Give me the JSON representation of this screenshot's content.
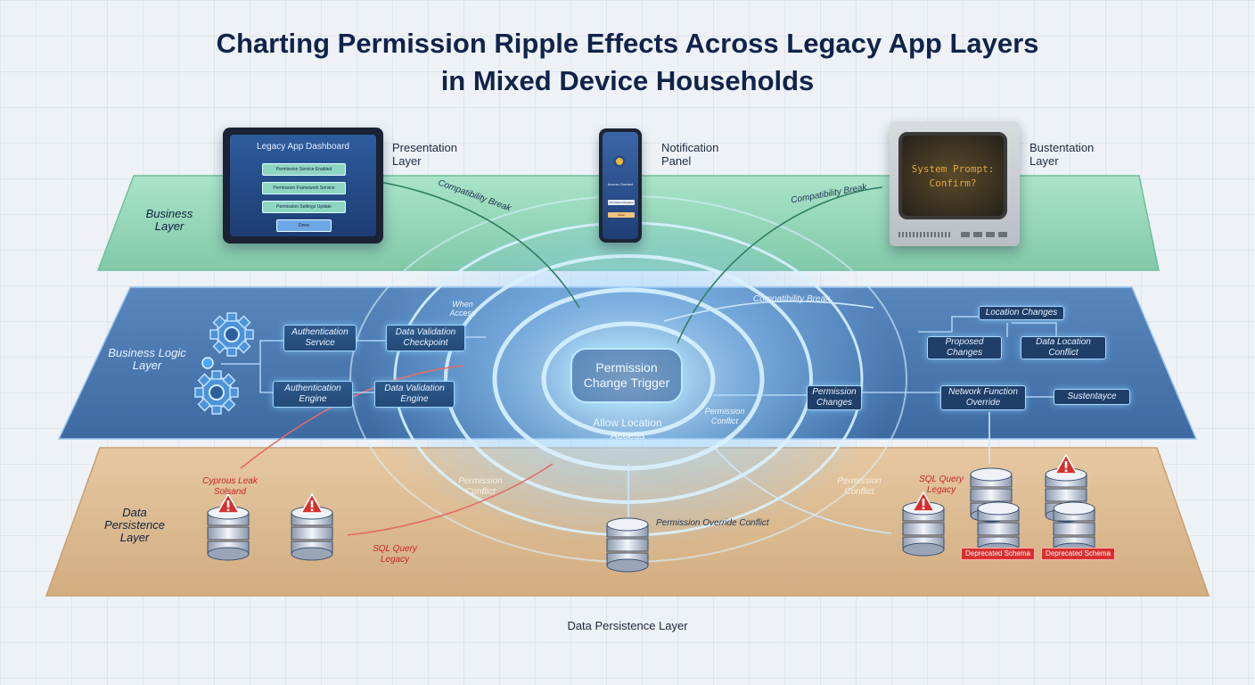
{
  "title": {
    "line1": "Charting Permission Ripple Effects Across Legacy App Layers",
    "line2": "in Mixed Device Households"
  },
  "layers": {
    "business_layer": "Business Layer",
    "business_logic_layer": "Business Logic Layer",
    "data_persistence_layer": "Data Persistence Layer",
    "data_persistence_layer_bottom": "Data Persistence Layer"
  },
  "devices": {
    "tablet": {
      "label": "Presentation Layer",
      "screen_title": "Legacy App Dashboard",
      "buttons": [
        "Permission Service Enabled",
        "Permission Framework Service",
        "Permission Settings Update",
        "Done"
      ]
    },
    "phone": {
      "label": "Notification Panel",
      "screen_title": "Access Granted",
      "buttons": [
        "Permission Request",
        "Allow"
      ]
    },
    "crt": {
      "label": "Bustentation Layer",
      "screen_text_line1": "System Prompt:",
      "screen_text_line2": "Confirm?"
    }
  },
  "center": {
    "trigger_label": "Permission Change Trigger",
    "allow_location": "Allow Location Access"
  },
  "annotations": {
    "compat_break_left": "Compatibility Break",
    "compat_break_right": "Compatibility Break",
    "compat_break_mid": "Compatibility Break",
    "when_access": "When Access",
    "permission_conflict_mid": "Permission Conflict",
    "permission_conflict_left": "Permission Conflict",
    "permission_conflict_right": "Permission Conflict",
    "permission_override_conflict": "Permission Override Conflict",
    "sql_query_legacy_left": "SQL Query Legacy",
    "sql_query_legacy_right": "SQL Query Legacy",
    "cyprous_leak": "Cyprous Leak Solsand"
  },
  "logic_boxes": {
    "auth_service": "Authentication Service",
    "data_validation_checkpoint": "Data Validation Checkpoint",
    "auth_engine": "Authentication Engine",
    "data_validation_engine": "Data Validation Engine",
    "location_changes": "Location Changes",
    "proposed_changes": "Proposed Changes",
    "data_location_conflict": "Data Location Conflict",
    "permission_changes": "Permission Changes",
    "network_function_override": "Network Function Override",
    "sustentayce": "Sustentayce"
  },
  "deprecated": {
    "left": "Deprecated Schema",
    "right": "Deprecated Schema"
  },
  "colors": {
    "title": "#10234a",
    "business_layer": "#8fd3b3",
    "logic_layer": "#4876ab",
    "data_layer": "#d8b58c",
    "glow": "#bfe8ff",
    "alert_red": "#d7302f"
  }
}
